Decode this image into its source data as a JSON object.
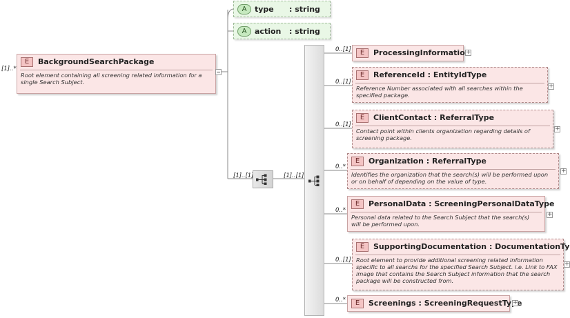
{
  "root": {
    "badge": "E",
    "name": "BackgroundSearchPackage",
    "description": "Root element containing all screening related information for a single Search Subject.",
    "cardinality": "[1]..*"
  },
  "attributes": [
    {
      "badge": "A",
      "name": "type",
      "type": ": string"
    },
    {
      "badge": "A",
      "name": "action",
      "type": ": string"
    }
  ],
  "sequence": {
    "outer_cardinality": "[1]..[1]",
    "inner_cardinality": "[1]..[1]"
  },
  "children": [
    {
      "badge": "E",
      "cardinality": "0..[1]",
      "title": "ProcessingInformation",
      "description": ""
    },
    {
      "badge": "E",
      "cardinality": "0..[1]",
      "title": "ReferenceId : EntityIdType",
      "description": "Reference Number associated with all searches within the specified package."
    },
    {
      "badge": "E",
      "cardinality": "0..[1]",
      "title": "ClientContact : ReferralType",
      "description": "Contact point within clients organization regarding details of screening package."
    },
    {
      "badge": "E",
      "cardinality": "0..*",
      "title": "Organization : ReferralType",
      "description": "Identifies the organization that  the search(s) will be performed upon or on behalf of depending on the value of type."
    },
    {
      "badge": "E",
      "cardinality": "0..*",
      "title": "PersonalData : ScreeningPersonalDataType",
      "description": "Personal data related to the Search Subject that the search(s) will be performed upon."
    },
    {
      "badge": "E",
      "cardinality": "0..[1]",
      "title": "SupportingDocumentation : DocumentationType",
      "description": "Root element to provide additional screening related information specific to all searchs for the specified Search Subject. i.e. Link to FAX image that contains the Search Subject information that the search package will be constructed from."
    },
    {
      "badge": "E",
      "cardinality": "0..*",
      "title": "Screenings : ScreeningRequestType",
      "description": ""
    }
  ],
  "icons": {
    "expand": "plus-icon",
    "collapse": "minus-icon",
    "sequence": "sequence-compositor-icon"
  },
  "colors": {
    "element_fill": "#fbe6e6",
    "attribute_fill": "#e9f7e6",
    "connector": "#8a8a8a"
  }
}
